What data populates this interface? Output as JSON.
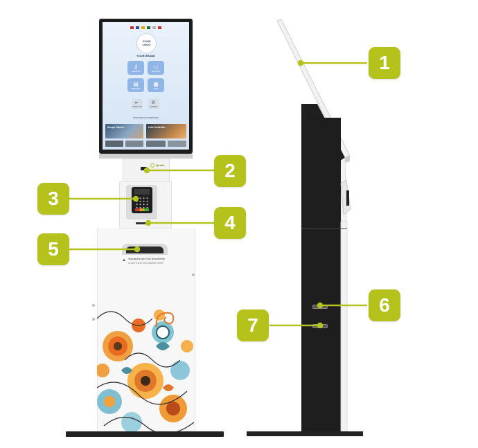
{
  "screen": {
    "logo_line1": "YOUR",
    "logo_line2": "LOGO",
    "brand": "YOUR BRAND",
    "flags": [
      "#cc2b2b",
      "#1f4aa0",
      "#d9a400",
      "#2b6a2b",
      "#b0b0b0",
      "#cc2b2b"
    ],
    "tiles": [
      {
        "icon": "key-icon",
        "label": "CHECK-IN"
      },
      {
        "icon": "bed-icon",
        "label": "BOOKING"
      },
      {
        "icon": "document-icon",
        "label": "SERVICES"
      },
      {
        "icon": "clipboard-icon",
        "label": "INFO"
      }
    ],
    "small_buttons": [
      {
        "icon": "exit-icon",
        "label": "CHECK-OUT"
      },
      {
        "icon": "phone-icon",
        "label": "CONTACT"
      }
    ],
    "section_title": "DISCOVER OUR SERVICES",
    "cards": [
      {
        "label": "Scopri Ofunio"
      },
      {
        "label": "Lido Onda Blu"
      }
    ]
  },
  "kiosk": {
    "brand_mark": "Qnetic",
    "scanner_label_line1": "Scansione qui il tuo documento",
    "scanner_label_line2": "SCAN YOUR DOCUMENT HERE"
  },
  "callouts": [
    {
      "number": "1"
    },
    {
      "number": "2"
    },
    {
      "number": "3"
    },
    {
      "number": "4"
    },
    {
      "number": "5"
    },
    {
      "number": "6"
    },
    {
      "number": "7"
    }
  ],
  "colors": {
    "callout": "#b4c21b",
    "leader": "#b4c21b",
    "kiosk_body": "#1e1e1e",
    "kiosk_panel": "#f4f4f4",
    "screen_bg": "#dbe8f7",
    "tile": "#8fb6e6"
  }
}
